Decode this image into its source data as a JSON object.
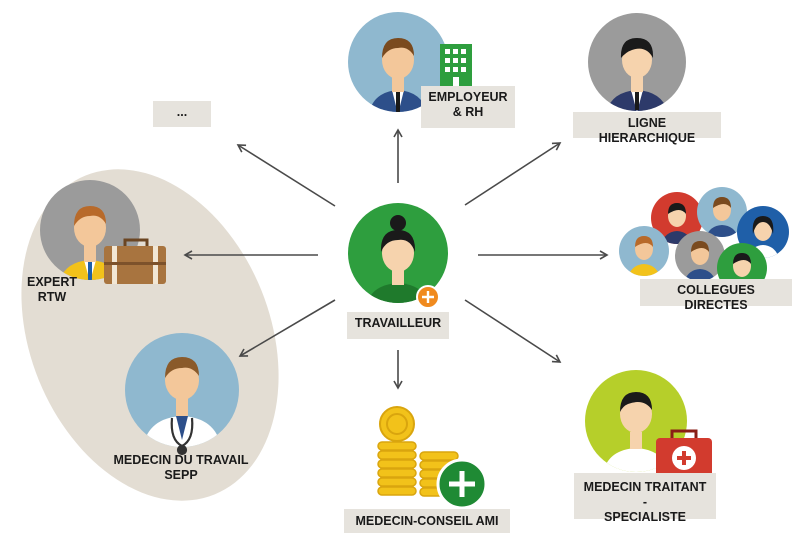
{
  "colors": {
    "center_green": "#2e9e3e",
    "blue_circle": "#8fb8cf",
    "grey_circle": "#9b9b9b",
    "lime_circle": "#b6cf2a",
    "red_circle": "#d23b2e",
    "oval_bg": "#e3ddd3",
    "label_bg": "#e6e3dd",
    "arrow": "#4a4a4a",
    "orange_plus": "#f08a1e",
    "gold": "#f2c21a"
  },
  "nodes": {
    "center": {
      "label": "TRAVAILLEUR",
      "icon": "worker-with-plus-icon"
    },
    "employer": {
      "label_line1": "EMPLOYEUR",
      "label_line2": "& RH",
      "icon": "office-building-icon"
    },
    "hierarchy": {
      "label": "LIGNE HIERARCHIQUE"
    },
    "colleagues": {
      "label": "COLLEGUES DIRECTES"
    },
    "treating_doctor": {
      "label_line1": "MEDECIN TRAITANT -",
      "label_line2": "SPECIALISTE",
      "icon": "first-aid-kit-icon"
    },
    "advisory_doctor": {
      "label": "MEDECIN-CONSEIL AMI",
      "icon": "coins-plus-icon"
    },
    "occupational_doctor": {
      "label_line1": "MEDECIN DU TRAVAIL",
      "label_line2": "SEPP",
      "icon": "stethoscope-icon"
    },
    "expert": {
      "label_line1": "EXPERT",
      "label_line2": "RTW",
      "icon": "briefcase-icon"
    },
    "other": {
      "label": "..."
    }
  }
}
